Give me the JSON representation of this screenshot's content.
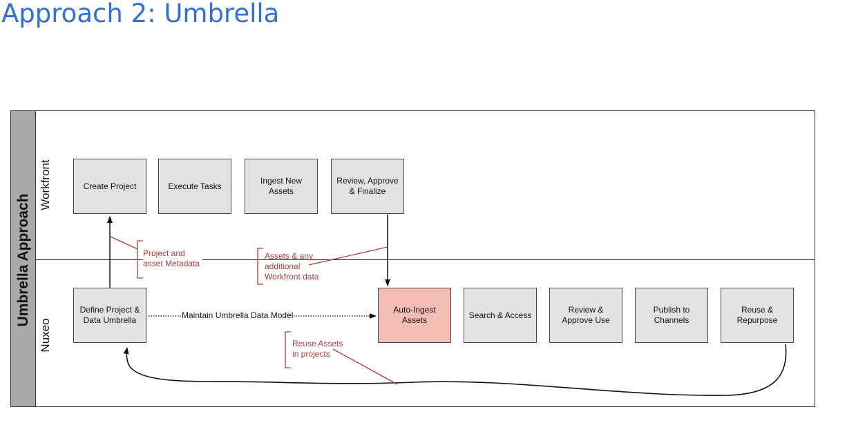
{
  "title": "Approach 2: Umbrella",
  "side_label": "Umbrella Approach",
  "lanes": {
    "workfront": "Workfront",
    "nuxeo": "Nuxeo"
  },
  "workfront_steps": [
    {
      "label": "Create Project"
    },
    {
      "label": "Execute Tasks"
    },
    {
      "label": "Ingest  New\nAssets"
    },
    {
      "label": "Review, Approve\n& Finalize"
    }
  ],
  "nuxeo_steps": [
    {
      "label": "Define Project &\nData Umbrella"
    },
    {
      "label": "Auto-Ingest\nAssets",
      "highlight": true
    },
    {
      "label": "Search & Access"
    },
    {
      "label": "Review &\nApprove Use"
    },
    {
      "label": "Publish to\nChannels"
    },
    {
      "label": "Reuse &\nRepurpose"
    }
  ],
  "annotations": {
    "project_metadata": "Project and\nasset Metadata",
    "assets_data": "Assets & any\nadditional\nWorkfront data",
    "reuse_assets": "Reuse Assets\nin projects"
  },
  "flow_label": "Maintain Umbrella Data Model",
  "colors": {
    "title": "#2f6fe0",
    "side_band": "#a9a9a9",
    "box_fill": "#e2e2e2",
    "highlight_fill": "#f4bdb3",
    "annotation": "#b43a3a"
  }
}
